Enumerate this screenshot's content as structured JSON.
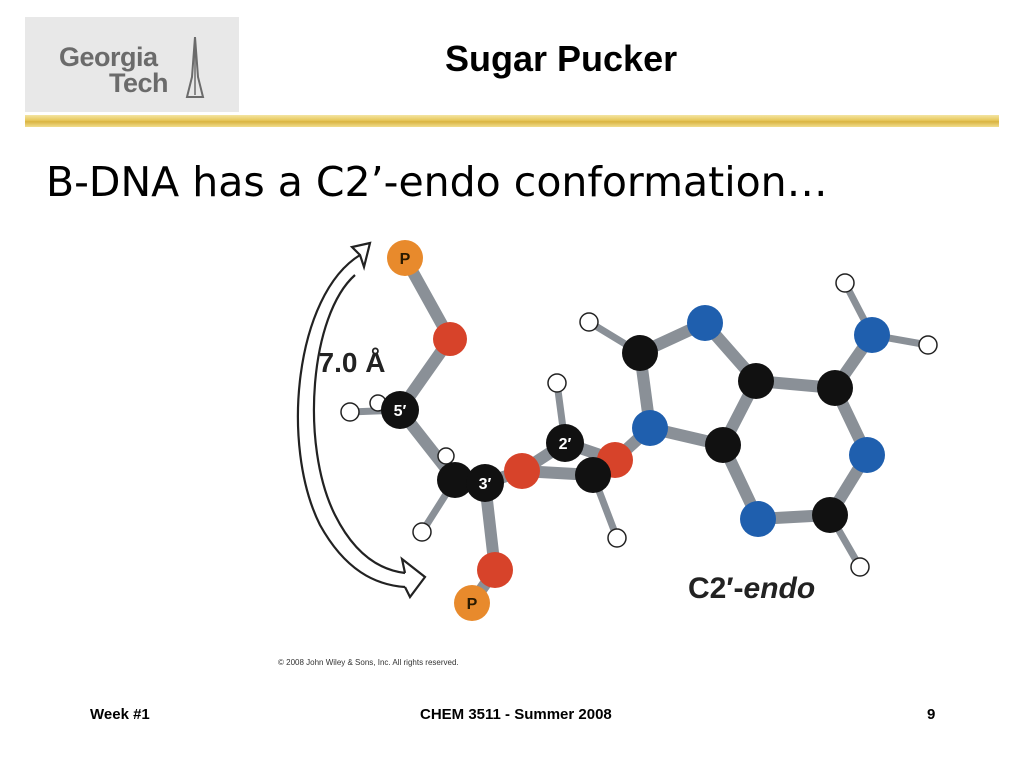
{
  "logo": {
    "line1": "Georgia",
    "line2": "Tech"
  },
  "title": "Sugar Pucker",
  "headline": "B-DNA has a C2’-endo conformation…",
  "figure": {
    "distance_label": "7.0 Å",
    "conformation_label_main": "C2′-",
    "conformation_label_italic": "endo",
    "phosphorus_label": "P",
    "atom_label_5": "5′",
    "atom_label_3": "3′",
    "atom_label_2": "2′",
    "copyright": "© 2008 John Wiley & Sons, Inc. All rights reserved.",
    "colors": {
      "carbon": "#111111",
      "nitrogen": "#1f5fae",
      "oxygen": "#d7432a",
      "phosphorus": "#e88a2c",
      "hydrogen": "#ffffff",
      "bond": "#8a9097"
    }
  },
  "footer": {
    "left": "Week #1",
    "center": "CHEM 3511 - Summer 2008",
    "right": "9"
  }
}
